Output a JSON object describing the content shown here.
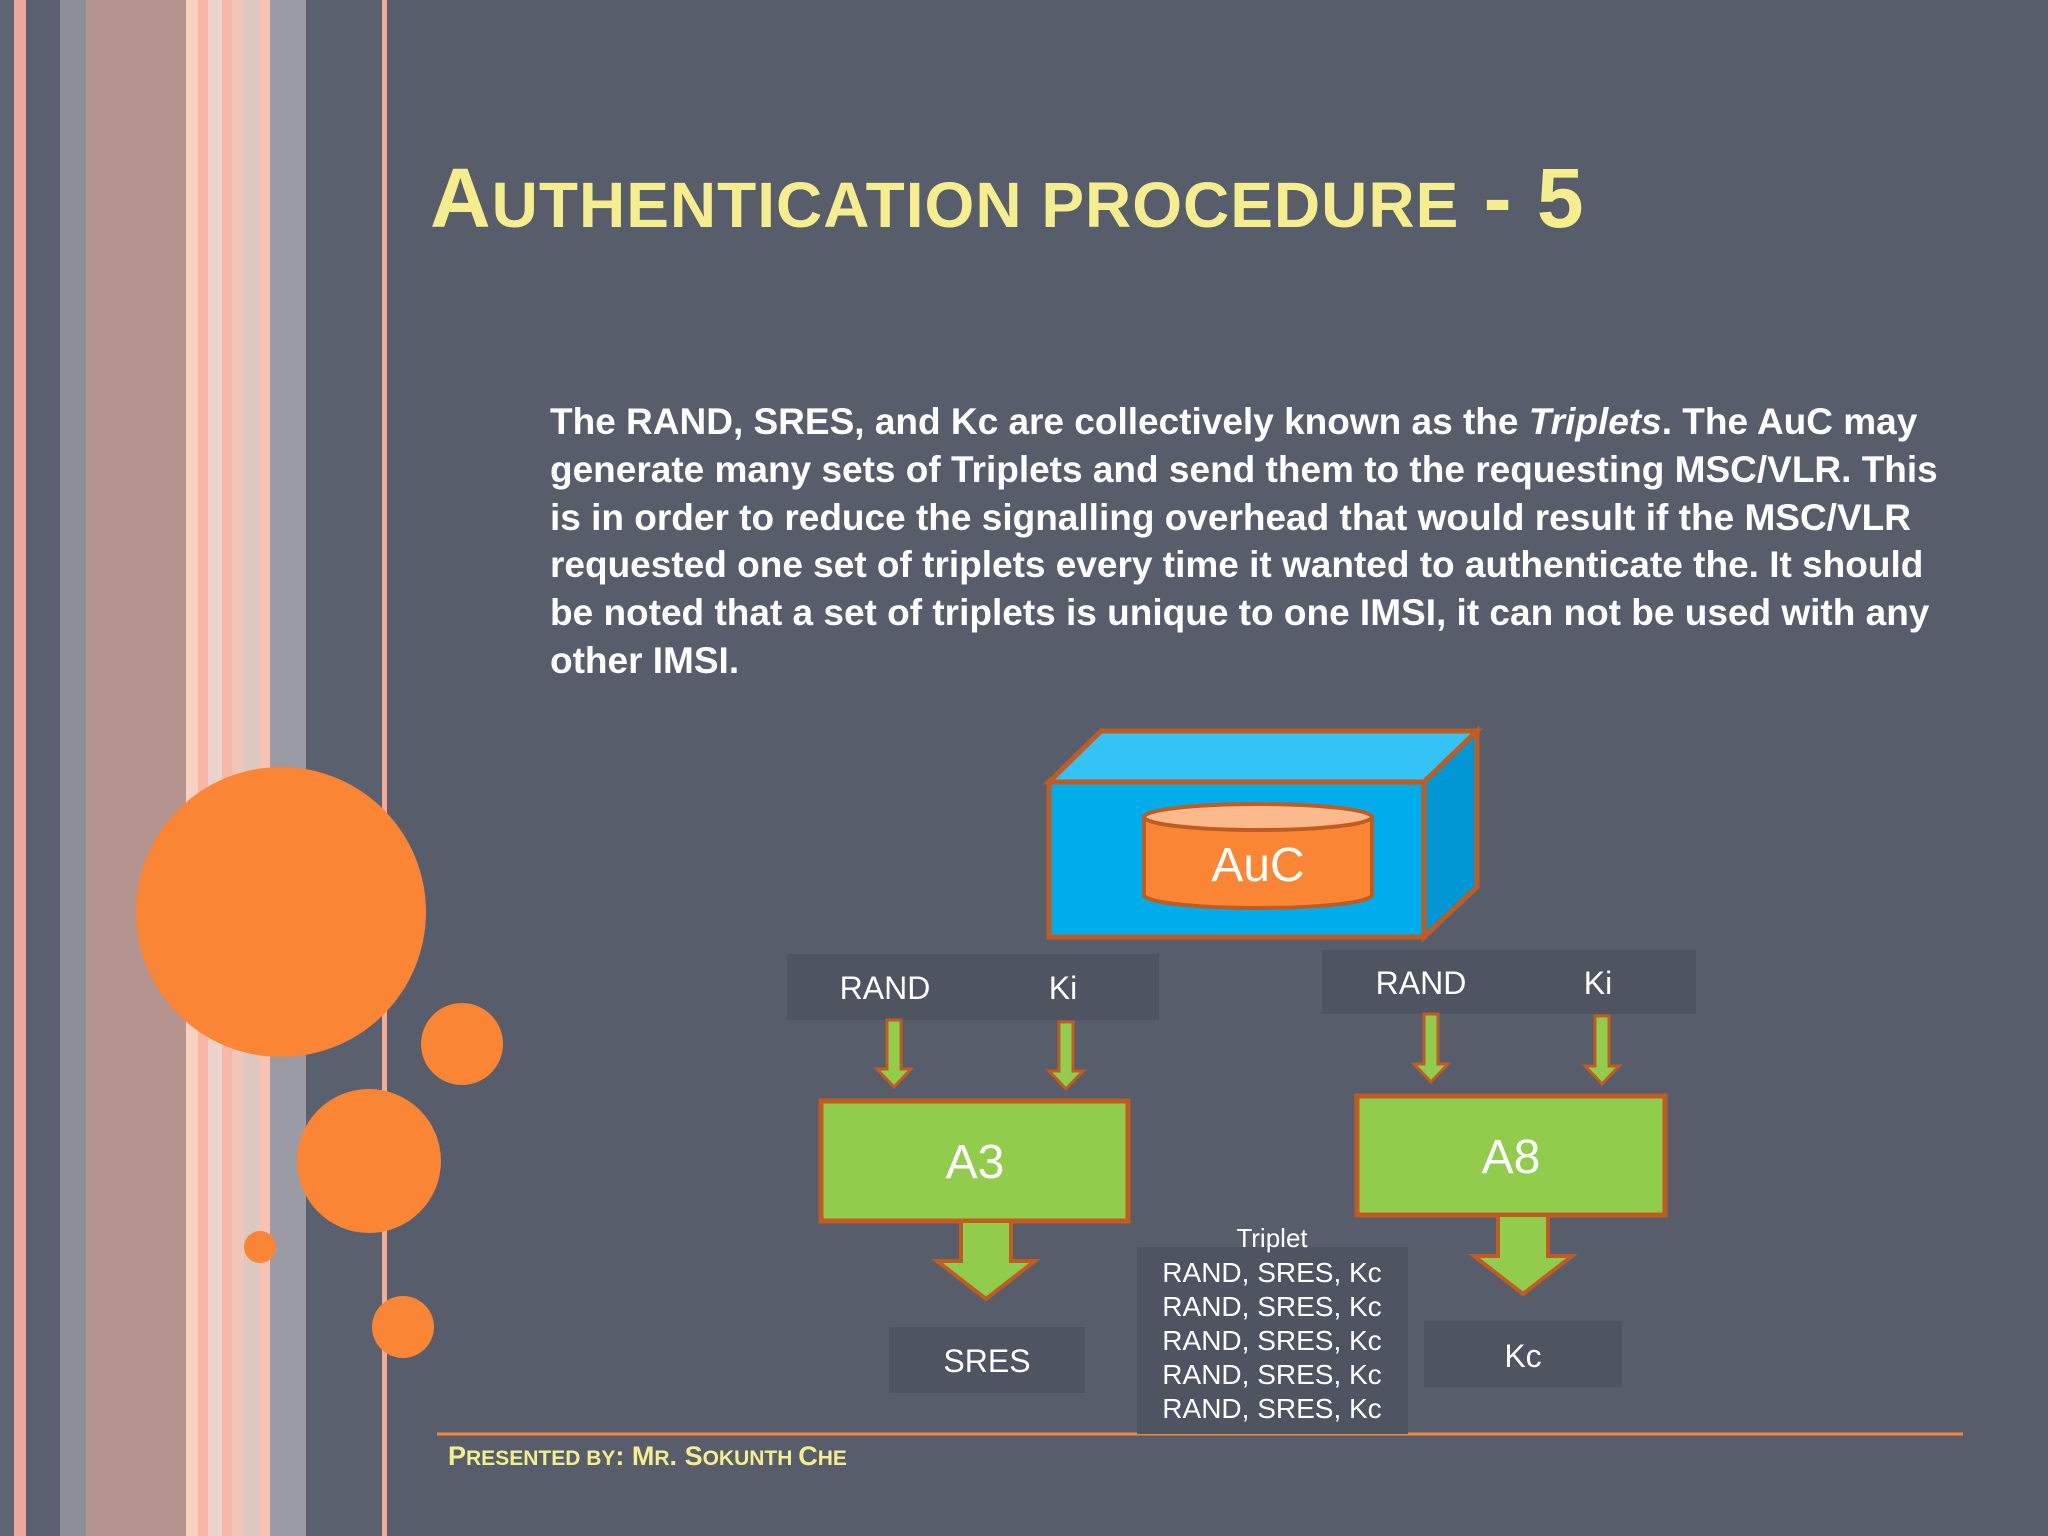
{
  "slide": {
    "title_first": "A",
    "title_rest": "UTHENTICATION PROCEDURE",
    "title_suffix": " - 5",
    "paragraph": {
      "before_italic": "The RAND, SRES, and Kc are collectively known as the ",
      "italic": "Triplets",
      "after_italic": ". The AuC may generate many sets of Triplets and send them to the requesting MSC/VLR. This is in order to reduce the signalling overhead that would result if the MSC/VLR requested one set of triplets every time it wanted to authenticate the. It should be noted that a set of triplets is unique to one IMSI, it can not be used with any other IMSI."
    },
    "footer": {
      "p_first": "P",
      "p_rest": "RESENTED BY",
      "colon": ": ",
      "m_first": "M",
      "m_rest": "R",
      "dot": ". ",
      "s_first": "S",
      "s_rest": "OKUNTH ",
      "c_first": "C",
      "c_rest": "HE"
    }
  },
  "diagram": {
    "auc_label": "AuC",
    "left_inputs": [
      "RAND",
      "Ki"
    ],
    "right_inputs": [
      "RAND",
      "Ki"
    ],
    "left_algorithm": "A3",
    "right_algorithm": "A8",
    "left_output": "SRES",
    "right_output": "Kc",
    "triplet_title": "Triplet",
    "triplet_rows": [
      "RAND, SRES, Kc",
      "RAND, SRES, Kc",
      "RAND, SRES, Kc",
      "RAND, SRES, Kc",
      "RAND, SRES, Kc"
    ]
  },
  "colors": {
    "background": "#575d6b",
    "title": "#f5ed8e",
    "accent_orange": "#f98535",
    "box_blue": "#00adeb",
    "algorithm_green": "#92cc4c",
    "outline_orange": "#c05b22"
  }
}
